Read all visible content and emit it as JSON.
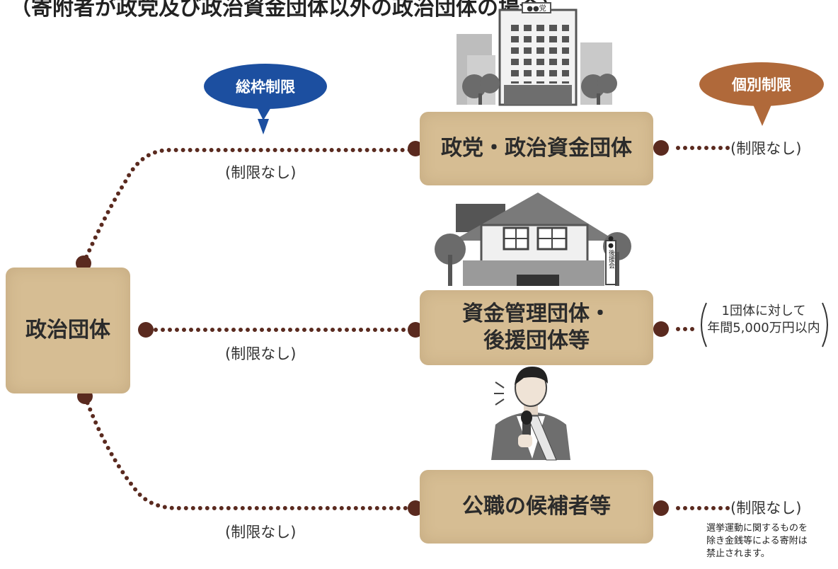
{
  "title": "（寄附者が政党及び政治資金団体以外の政治団体の場合）",
  "origin": {
    "label": "政治団体"
  },
  "targets": [
    {
      "label_lines": [
        "政党・政治資金団体"
      ],
      "left_note": "(制限なし)",
      "right_note": "(制限なし)",
      "building_sign": "●●党"
    },
    {
      "label_lines": [
        "資金管理団体・",
        "後援団体等"
      ],
      "left_note": "(制限なし)",
      "right_note_lines": [
        "1団体に対して",
        "年間5,000万円以内"
      ],
      "building_sign": "●●後援会"
    },
    {
      "label_lines": [
        "公職の候補者等"
      ],
      "left_note": "(制限なし)",
      "right_note": "(制限なし)",
      "footnote_lines": [
        "選挙運動に関するものを",
        "除き金銭等による寄附は",
        "禁止されます。"
      ]
    }
  ],
  "bubbles": {
    "aggregate": "総枠制限",
    "individual": "個別制限"
  },
  "colors": {
    "box": "#d6bd93",
    "dot": "#5a2a1f",
    "aggregate_bubble": "#1c4fa0",
    "individual_bubble": "#b0693a"
  }
}
